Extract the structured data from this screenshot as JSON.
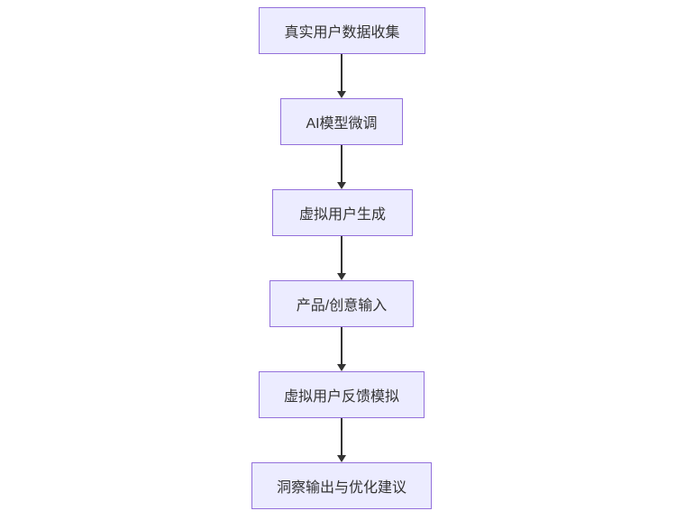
{
  "diagram": {
    "type": "flowchart",
    "direction": "top-down",
    "colors": {
      "background": "#ffffff",
      "node_fill": "#ECECFF",
      "node_border": "#9370DB",
      "edge_color": "#333333",
      "text_color": "#333333"
    },
    "nodes": [
      {
        "id": "A",
        "label": "真实用户数据收集"
      },
      {
        "id": "B",
        "label": "AI模型微调"
      },
      {
        "id": "C",
        "label": "虚拟用户生成"
      },
      {
        "id": "D",
        "label": "产品/创意输入"
      },
      {
        "id": "E",
        "label": "虚拟用户反馈模拟"
      },
      {
        "id": "F",
        "label": "洞察输出与优化建议"
      }
    ],
    "edges": [
      {
        "from": "A",
        "to": "B",
        "style": "arrow"
      },
      {
        "from": "B",
        "to": "C",
        "style": "arrow"
      },
      {
        "from": "C",
        "to": "D",
        "style": "arrow"
      },
      {
        "from": "D",
        "to": "E",
        "style": "arrow"
      },
      {
        "from": "E",
        "to": "F",
        "style": "arrow"
      }
    ]
  }
}
